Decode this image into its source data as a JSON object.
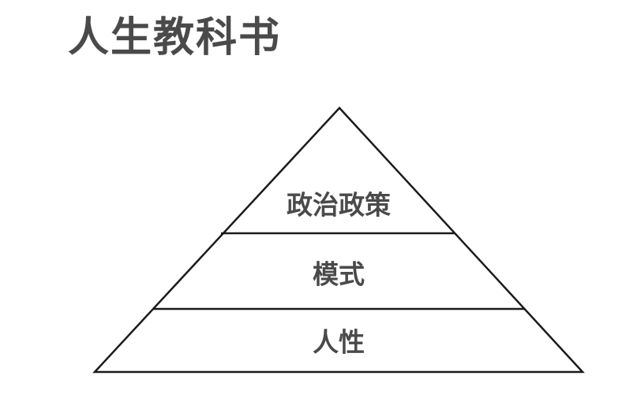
{
  "title": "人生教科书",
  "pyramid": {
    "layers": [
      {
        "label": "政治政策"
      },
      {
        "label": "模式"
      },
      {
        "label": "人性"
      }
    ]
  }
}
